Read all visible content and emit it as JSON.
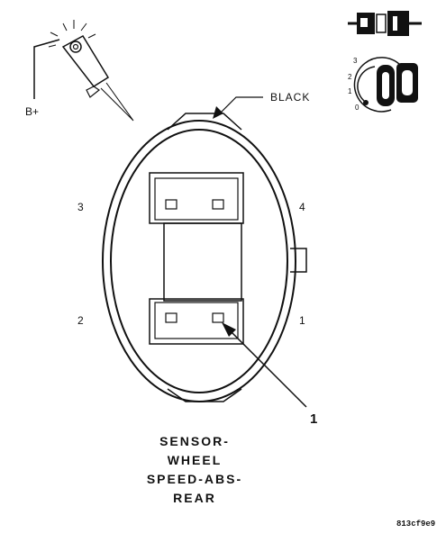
{
  "test_light": {
    "label": "B+"
  },
  "key_switch": {
    "positions": [
      "3",
      "2",
      "1",
      "0"
    ]
  },
  "connector": {
    "wire_color": "BLACK",
    "cavities": [
      "1",
      "2",
      "3",
      "4"
    ],
    "callout": "1"
  },
  "caption": {
    "lines": [
      "SENSOR-",
      "WHEEL",
      "SPEED-ABS-",
      "REAR"
    ]
  },
  "figure_code": "813cf9e9"
}
